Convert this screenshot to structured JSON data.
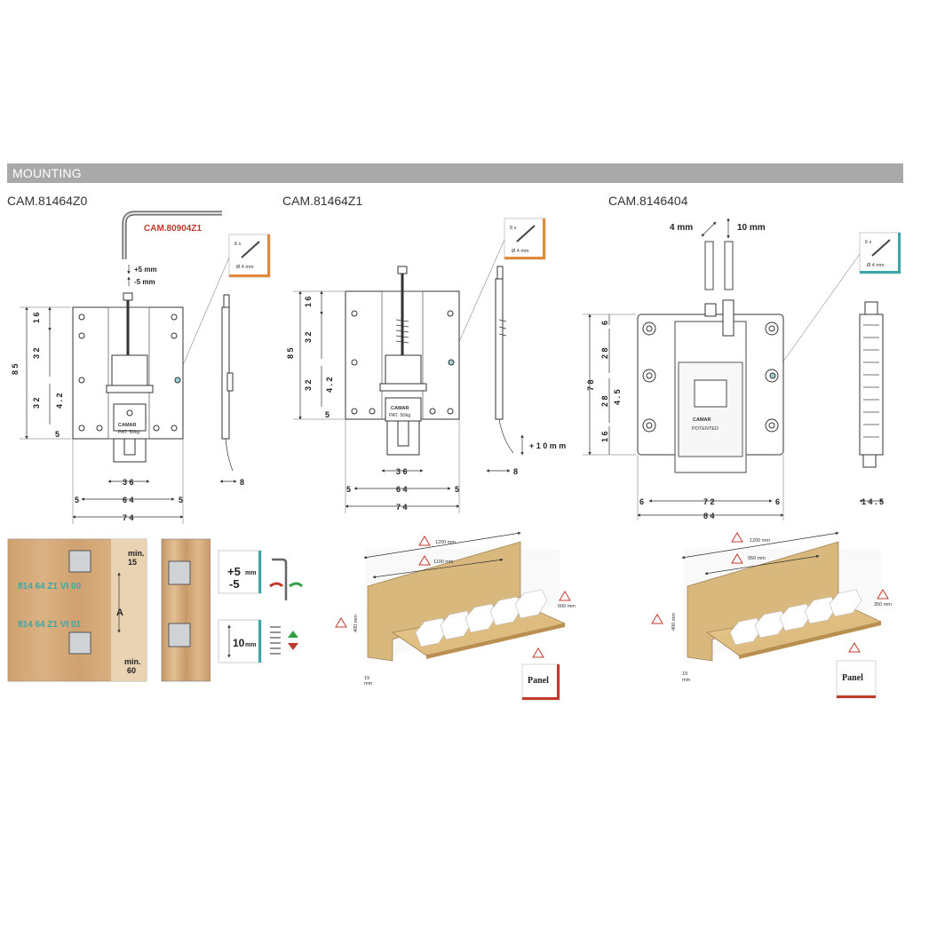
{
  "header": {
    "title": "MOUNTING"
  },
  "products": [
    {
      "code": "CAM.81464Z0"
    },
    {
      "code": "CAM.81464Z1"
    },
    {
      "code": "CAM.8146404"
    }
  ],
  "left": {
    "key_code": "CAM.80904Z1",
    "adjust_plus": "+5 mm",
    "adjust_minus": "-5 mm",
    "screws": {
      "count": "8 x",
      "diameter": "Ø 4 mm"
    },
    "brand": "CAMAR",
    "pat": "PAT. 50kg",
    "dims": {
      "v85": "8 5",
      "v16": "1 6",
      "v32a": "3 2",
      "v32b": "3 2",
      "v42": "4 . 2",
      "v5": "5",
      "h36": "3 6",
      "h64": "6 4",
      "h74": "7 4",
      "h5a": "5",
      "h5b": "5",
      "h8": "8"
    }
  },
  "mid": {
    "screws": {
      "count": "8 x",
      "diameter": "Ø 4 mm"
    },
    "brand": "CAMAR",
    "pat": "PAT. 50kg",
    "travel": "+ 1 0 m m",
    "dims": {
      "v85": "8 5",
      "v16": "1 6",
      "v32a": "3 2",
      "v32b": "3 2",
      "v42": "4 . 2",
      "v5": "5",
      "h36": "3 6",
      "h64": "6 4",
      "h74": "7 4",
      "h5a": "5",
      "h5b": "5",
      "h8": "8"
    }
  },
  "right": {
    "adj_h": "4 mm",
    "adj_v": "10 mm",
    "screws": {
      "count": "6 x",
      "diameter": "Ø 4 mm"
    },
    "brand": "CAMAR",
    "patented": "POTENTED",
    "dims": {
      "v78": "7 8",
      "v6": "6",
      "v28a": "2 8",
      "v28b": "2 8",
      "v45": "4 . 5",
      "v16": "1 6",
      "h6a": "6",
      "h72": "7 2",
      "h6b": "6",
      "h84": "8 4",
      "h145": "1 4 . 5"
    }
  },
  "bottom_left": {
    "min_top": "min.",
    "min_top_val": "15",
    "code_a": "814 64 Z1 VI 00",
    "code_b": "814 64 Z1 VI 01",
    "label_a": "A",
    "min_bottom": "min.",
    "min_bottom_val": "60"
  },
  "bottom_adjust": {
    "plus5": "+5",
    "minus5": "-5",
    "unit": "mm",
    "ten": "10",
    "ten_unit": "mm"
  },
  "shelf_a": {
    "w1": "1200 mm",
    "w2": "1100 mm",
    "depth": "600 mm",
    "height": "400 mm",
    "thick": "19",
    "thick_unit": "mm",
    "panel": "Panel"
  },
  "shelf_b": {
    "w1": "1200 mm",
    "w2": "950 mm",
    "depth": "350 mm",
    "height": "400 mm",
    "thick": "19",
    "thick_unit": "mm",
    "panel": "Panel"
  },
  "colors": {
    "header": "#a9a9a9",
    "red_label": "#c0392b",
    "orange_tab": "#e08a3c",
    "teal_tab": "#3aa7a8",
    "wood": "#d8b080",
    "panel_red": "#c0392b"
  }
}
